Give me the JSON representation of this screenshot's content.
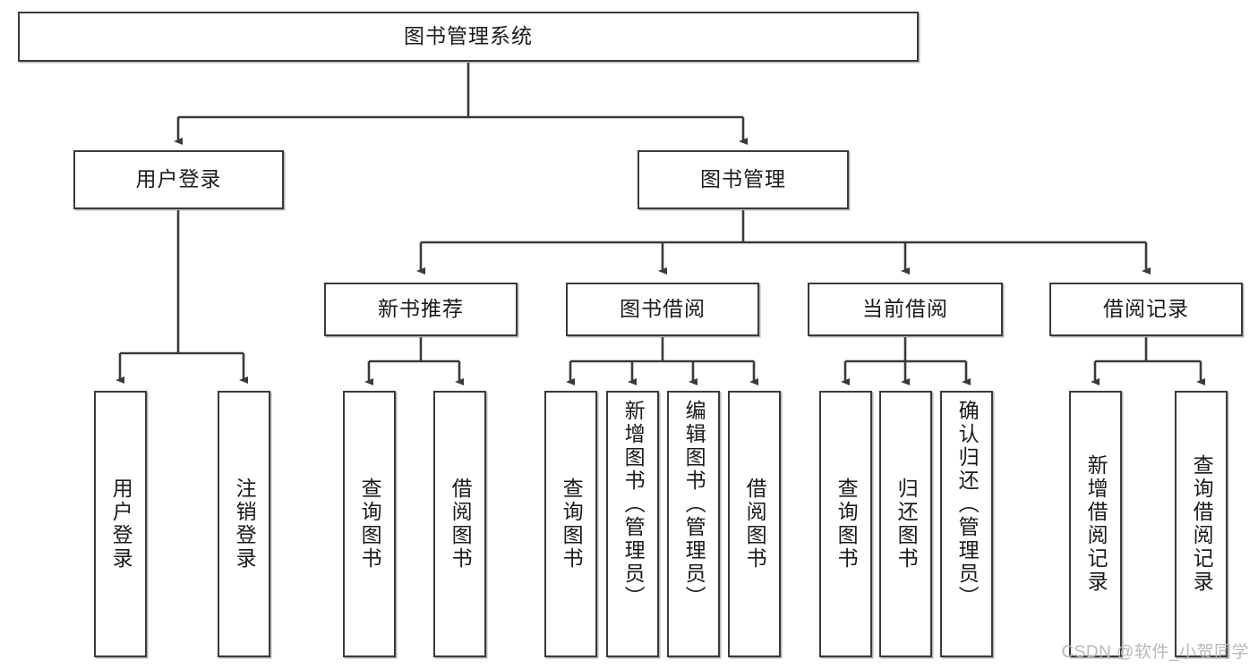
{
  "diagram": {
    "title": "图书管理系统",
    "watermark": "CSDN @软件_小贺同学",
    "nodes": {
      "root": {
        "label": "图书管理系统"
      },
      "level2": [
        {
          "id": "user-login",
          "label": "用户登录"
        },
        {
          "id": "book-manage",
          "label": "图书管理"
        }
      ],
      "level3": [
        {
          "id": "new-book-rec",
          "label": "新书推荐"
        },
        {
          "id": "book-borrow",
          "label": "图书借阅"
        },
        {
          "id": "current-borrow",
          "label": "当前借阅"
        },
        {
          "id": "borrow-record",
          "label": "借阅记录"
        }
      ],
      "leaves": {
        "user_login": [
          {
            "id": "leaf-user-login",
            "label": "用户登录"
          },
          {
            "id": "leaf-logout",
            "label": "注销登录"
          }
        ],
        "new_book_rec": [
          {
            "id": "leaf-query-book-1",
            "label": "查询图书"
          },
          {
            "id": "leaf-borrow-book-1",
            "label": "借阅图书"
          }
        ],
        "book_borrow": [
          {
            "id": "leaf-query-book-2",
            "label": "查询图书"
          },
          {
            "id": "leaf-add-book",
            "label": "新增图书（管理员）"
          },
          {
            "id": "leaf-edit-book",
            "label": "编辑图书（管理员）"
          },
          {
            "id": "leaf-borrow-book-2",
            "label": "借阅图书"
          }
        ],
        "current_borrow": [
          {
            "id": "leaf-query-book-3",
            "label": "查询图书"
          },
          {
            "id": "leaf-return-book",
            "label": "归还图书"
          },
          {
            "id": "leaf-confirm-return",
            "label": "确认归还（管理员）"
          }
        ],
        "borrow_record": [
          {
            "id": "leaf-add-record",
            "label": "新增借阅记录"
          },
          {
            "id": "leaf-query-record",
            "label": "查询借阅记录"
          }
        ]
      }
    },
    "colors": {
      "stroke": "#3a3a3a",
      "fill": "#ffffff",
      "text": "#1a1a1a",
      "watermark": "#b9b9b9"
    }
  }
}
